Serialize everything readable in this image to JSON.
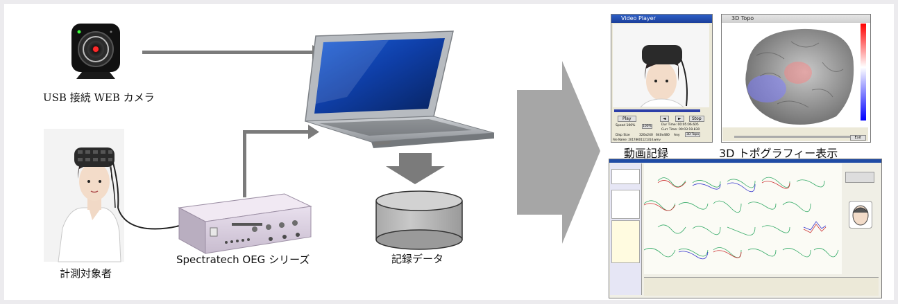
{
  "labels": {
    "camera": "USB 接続 WEB カメラ",
    "subject": "計測対象者",
    "device": "Spectratech OEG シリーズ",
    "storage": "記録データ",
    "video": "動画記録",
    "topography": "3D トポグラフィー表示"
  },
  "video_player": {
    "title": "Video Player",
    "play": "Play",
    "stop": "Stop",
    "speed": "Speed 100%",
    "speed_btn": "100%",
    "dur_time": "Dur Time: 00:05:06.605",
    "curr_time": "Curr Time: 00:03:19.830",
    "disp_size": "Disp Size",
    "size_320": "320x240",
    "size_640": "640x480",
    "size_any": "Any",
    "topo_btn": "3D Topo",
    "filename": "File Name: 20178601121314.wmv"
  },
  "topo_window": {
    "title": "3D Topo",
    "exit_btn": "Exit"
  },
  "colors": {
    "arrow": "#7b7b7b",
    "big_arrow": "#a6a6a6",
    "window_bg": "#ece9d8",
    "titlebar": "#1f4ba5"
  }
}
